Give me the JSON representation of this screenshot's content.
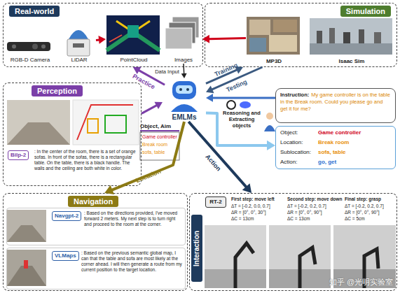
{
  "diagram": {
    "nodes": [
      {
        "text": [
          "Real-world"
        ]
      },
      {
        "text": [
          "RGB-D Camera"
        ],
        "in": 0
      },
      {
        "text": [
          "LiDAR"
        ],
        "in": 0
      },
      {
        "text": [
          "PointCloud"
        ],
        "in": 0
      },
      {
        "text": [
          "Images"
        ],
        "in": 0
      },
      {
        "text": [
          "Simulation"
        ]
      },
      {
        "text": [
          "MP3D"
        ],
        "in": 5
      },
      {
        "text": [
          "Isaac Sim"
        ],
        "in": 5
      },
      {
        "text": [
          "EMLMs"
        ]
      },
      {
        "text": [
          "Perception"
        ]
      },
      {
        "text": [
          "Bilp-2",
          ": In the center of the room, there is a set of orange sofas. In front of the sofas, there is a rectangular table. On the table, there is a black handle. The walls and the ceiling are both white in color."
        ],
        "in": 9
      },
      {
        "text": [
          "Object, Aim",
          "Game controller",
          "Break room",
          "sofa, table"
        ]
      },
      {
        "text": [
          "Instruction:",
          "My game controller is on the table in the Break room. Could you please go and get it for me?"
        ]
      },
      {
        "text": [
          "Object:",
          "Game controller",
          "Location:",
          "Break room",
          "Sublocation:",
          "sofa, table",
          "Action:",
          "go, get"
        ]
      },
      {
        "text": [
          "Navigation"
        ]
      },
      {
        "text": [
          "Navgpt-2",
          ": Based on the directions provided, I've moved forward 2 meters. My next step is to turn right and proceed to the room at the corner."
        ],
        "in": 14
      },
      {
        "text": [
          "VLMaps",
          ": Based on the previous semantic global map, I can that the table and sofa are most likely at the corner ahead. I will then generate a route from my current position to the target location."
        ],
        "in": 14
      },
      {
        "text": [
          "Interaction"
        ]
      },
      {
        "text": [
          "RT-2"
        ],
        "in": 17
      }
    ],
    "edges": [
      {
        "from": 2,
        "to": 3,
        "arrow": "to"
      },
      {
        "from": 6,
        "to": 4,
        "arrow": "to"
      },
      {
        "from": 4,
        "to": 8,
        "label": "Data Input",
        "arrow": "to"
      },
      {
        "from": 8,
        "to": 0,
        "label": "Practice",
        "arrow": "to"
      },
      {
        "from": 8,
        "to": 5,
        "label": "Training",
        "arrow": "to"
      },
      {
        "from": 5,
        "to": 8,
        "label": "Testing",
        "arrow": "to"
      },
      {
        "from": 9,
        "to": 8,
        "arrow": "to"
      },
      {
        "from": 12,
        "to": 8,
        "arrow": "to"
      },
      {
        "from": 8,
        "to": 13,
        "arrow": "to"
      },
      {
        "from": 8,
        "to": 14,
        "label": "Location",
        "arrow": "to"
      },
      {
        "from": 8,
        "to": 17,
        "label": "Action",
        "arrow": "to"
      }
    ],
    "labels": [
      "Reasoning and Extracting objects",
      "First step: move left",
      "ΔT = [-0.2, 0.0, 0.7]",
      "ΔR = [0°, 0°, 30°]",
      "ΔC = 13cm",
      "Second step: move down",
      "ΔT = [-0.2, 0.2, 0.7]",
      "ΔR = [0°, 0°, 90°]",
      "ΔC = 13cm",
      "Final step: grasp",
      "ΔT = [-0.2, 0.2, 0.7]",
      "ΔR = [0°, 0°, 90°]",
      "ΔC = 5cm",
      "知乎 @光明实验室"
    ]
  }
}
